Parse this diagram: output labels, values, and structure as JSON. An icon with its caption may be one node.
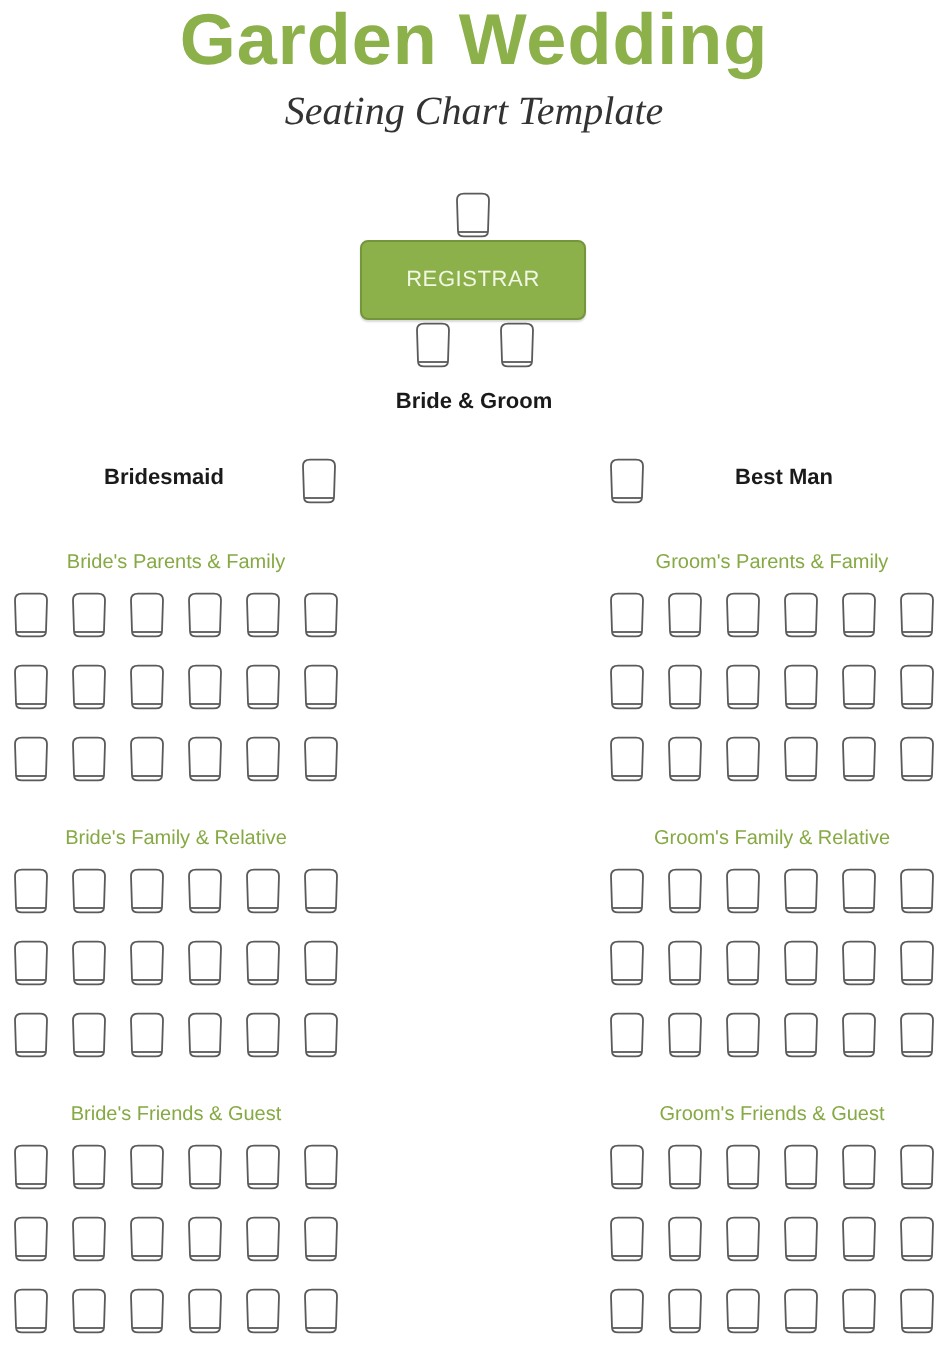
{
  "diagram": {
    "title": "Garden Wedding",
    "nodes": [
      {
        "text": [],
        "shape": "chair"
      },
      {
        "text": [
          "REGISTRAR"
        ]
      },
      {
        "text": [],
        "shape": "chair"
      },
      {
        "text": [],
        "shape": "chair"
      },
      {
        "text": [],
        "shape": "chair"
      },
      {
        "text": [],
        "shape": "chair"
      },
      {
        "text": [],
        "shape": "chair"
      },
      {
        "text": [],
        "shape": "chair"
      },
      {
        "text": [],
        "shape": "chair"
      },
      {
        "text": [],
        "shape": "chair"
      },
      {
        "text": [],
        "shape": "chair"
      },
      {
        "text": [],
        "shape": "chair"
      },
      {
        "text": [],
        "shape": "chair"
      },
      {
        "text": [],
        "shape": "chair"
      },
      {
        "text": [],
        "shape": "chair"
      },
      {
        "text": [],
        "shape": "chair"
      },
      {
        "text": [],
        "shape": "chair"
      },
      {
        "text": [],
        "shape": "chair"
      },
      {
        "text": [],
        "shape": "chair"
      },
      {
        "text": [],
        "shape": "chair"
      },
      {
        "text": [],
        "shape": "chair"
      },
      {
        "text": [],
        "shape": "chair"
      },
      {
        "text": [],
        "shape": "chair"
      },
      {
        "text": [],
        "shape": "chair"
      },
      {
        "text": [],
        "shape": "chair"
      },
      {
        "text": [],
        "shape": "chair"
      },
      {
        "text": [],
        "shape": "chair"
      },
      {
        "text": [],
        "shape": "chair"
      },
      {
        "text": [],
        "shape": "chair"
      },
      {
        "text": [],
        "shape": "chair"
      },
      {
        "text": [],
        "shape": "chair"
      },
      {
        "text": [],
        "shape": "chair"
      },
      {
        "text": [],
        "shape": "chair"
      },
      {
        "text": [],
        "shape": "chair"
      },
      {
        "text": [],
        "shape": "chair"
      },
      {
        "text": [],
        "shape": "chair"
      },
      {
        "text": [],
        "shape": "chair"
      },
      {
        "text": [],
        "shape": "chair"
      },
      {
        "text": [],
        "shape": "chair"
      },
      {
        "text": [],
        "shape": "chair"
      },
      {
        "text": [],
        "shape": "chair"
      },
      {
        "text": [],
        "shape": "chair"
      },
      {
        "text": [],
        "shape": "chair"
      },
      {
        "text": [],
        "shape": "chair"
      },
      {
        "text": [],
        "shape": "chair"
      },
      {
        "text": [],
        "shape": "chair"
      },
      {
        "text": [],
        "shape": "chair"
      },
      {
        "text": [],
        "shape": "chair"
      },
      {
        "text": [],
        "shape": "chair"
      },
      {
        "text": [],
        "shape": "chair"
      },
      {
        "text": [],
        "shape": "chair"
      },
      {
        "text": [],
        "shape": "chair"
      },
      {
        "text": [],
        "shape": "chair"
      },
      {
        "text": [],
        "shape": "chair"
      },
      {
        "text": [],
        "shape": "chair"
      },
      {
        "text": [],
        "shape": "chair"
      },
      {
        "text": [],
        "shape": "chair"
      },
      {
        "text": [],
        "shape": "chair"
      },
      {
        "text": [],
        "shape": "chair"
      },
      {
        "text": [],
        "shape": "chair"
      },
      {
        "text": [],
        "shape": "chair"
      },
      {
        "text": [],
        "shape": "chair"
      },
      {
        "text": [],
        "shape": "chair"
      },
      {
        "text": [],
        "shape": "chair"
      },
      {
        "text": [],
        "shape": "chair"
      },
      {
        "text": [],
        "shape": "chair"
      },
      {
        "text": [],
        "shape": "chair"
      },
      {
        "text": [],
        "shape": "chair"
      },
      {
        "text": [],
        "shape": "chair"
      },
      {
        "text": [],
        "shape": "chair"
      },
      {
        "text": [],
        "shape": "chair"
      },
      {
        "text": [],
        "shape": "chair"
      },
      {
        "text": [],
        "shape": "chair"
      },
      {
        "text": [],
        "shape": "chair"
      },
      {
        "text": [],
        "shape": "chair"
      },
      {
        "text": [],
        "shape": "chair"
      },
      {
        "text": [],
        "shape": "chair"
      },
      {
        "text": [],
        "shape": "chair"
      },
      {
        "text": [],
        "shape": "chair"
      },
      {
        "text": [],
        "shape": "chair"
      },
      {
        "text": [],
        "shape": "chair"
      },
      {
        "text": [],
        "shape": "chair"
      },
      {
        "text": [],
        "shape": "chair"
      },
      {
        "text": [],
        "shape": "chair"
      },
      {
        "text": [],
        "shape": "chair"
      },
      {
        "text": [],
        "shape": "chair"
      },
      {
        "text": [],
        "shape": "chair"
      },
      {
        "text": [],
        "shape": "chair"
      },
      {
        "text": [],
        "shape": "chair"
      },
      {
        "text": [],
        "shape": "chair"
      },
      {
        "text": [],
        "shape": "chair"
      },
      {
        "text": [],
        "shape": "chair"
      },
      {
        "text": [],
        "shape": "chair"
      },
      {
        "text": [],
        "shape": "chair"
      },
      {
        "text": [],
        "shape": "chair"
      },
      {
        "text": [],
        "shape": "chair"
      },
      {
        "text": [],
        "shape": "chair"
      },
      {
        "text": [],
        "shape": "chair"
      },
      {
        "text": [],
        "shape": "chair"
      },
      {
        "text": [],
        "shape": "chair"
      },
      {
        "text": [],
        "shape": "chair"
      },
      {
        "text": [],
        "shape": "chair"
      },
      {
        "text": [],
        "shape": "chair"
      },
      {
        "text": [],
        "shape": "chair"
      },
      {
        "text": [],
        "shape": "chair"
      },
      {
        "text": [],
        "shape": "chair"
      },
      {
        "text": [],
        "shape": "chair"
      },
      {
        "text": [],
        "shape": "chair"
      },
      {
        "text": [],
        "shape": "chair"
      },
      {
        "text": [],
        "shape": "chair"
      },
      {
        "text": [],
        "shape": "chair"
      },
      {
        "text": [],
        "shape": "chair"
      },
      {
        "text": [],
        "shape": "chair"
      },
      {
        "text": [],
        "shape": "chair"
      }
    ],
    "labels": [
      "Seating Chart Template",
      "Bride & Groom",
      "Bridesmaid",
      "Best Man",
      "Bride's Parents & Family",
      "Groom's Parents & Family",
      "Bride's Family & Relative",
      "Groom's Family & Relative",
      "Bride's Friends & Guest",
      "Groom's Friends & Guest"
    ]
  }
}
